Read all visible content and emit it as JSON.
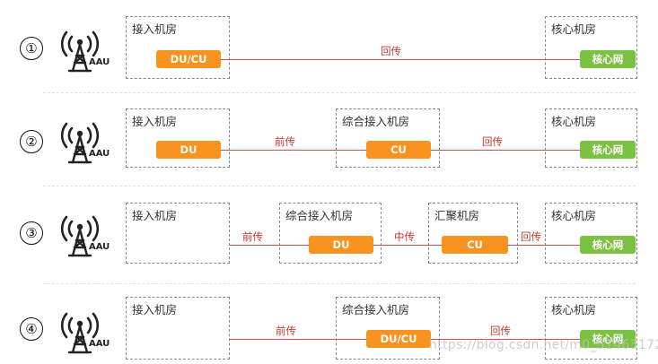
{
  "tower": {
    "label": "AAU"
  },
  "rows": [
    {
      "number": "①",
      "access_room": "接入机房",
      "core_room": "核心机房",
      "node_access": "DU/CU",
      "node_core": "核心网",
      "link_backhaul": "回传"
    },
    {
      "number": "②",
      "access_room": "接入机房",
      "mid_room": "综合接入机房",
      "core_room": "核心机房",
      "node_access": "DU",
      "node_mid": "CU",
      "node_core": "核心网",
      "link_fronthaul": "前传",
      "link_backhaul": "回传"
    },
    {
      "number": "③",
      "access_room": "接入机房",
      "mid_room": "综合接入机房",
      "agg_room": "汇聚机房",
      "core_room": "核心机房",
      "node_mid": "DU",
      "node_agg": "CU",
      "node_core": "核心网",
      "link_fronthaul": "前传",
      "link_midhaul": "中传",
      "link_backhaul": "回传"
    },
    {
      "number": "④",
      "access_room": "接入机房",
      "mid_room": "综合接入机房",
      "core_room": "核心机房",
      "node_mid": "DU/CU",
      "node_core": "核心网",
      "link_fronthaul": "前传",
      "link_backhaul": "回传"
    }
  ],
  "watermark": "https://blog.csdn.net/m0_51463172"
}
